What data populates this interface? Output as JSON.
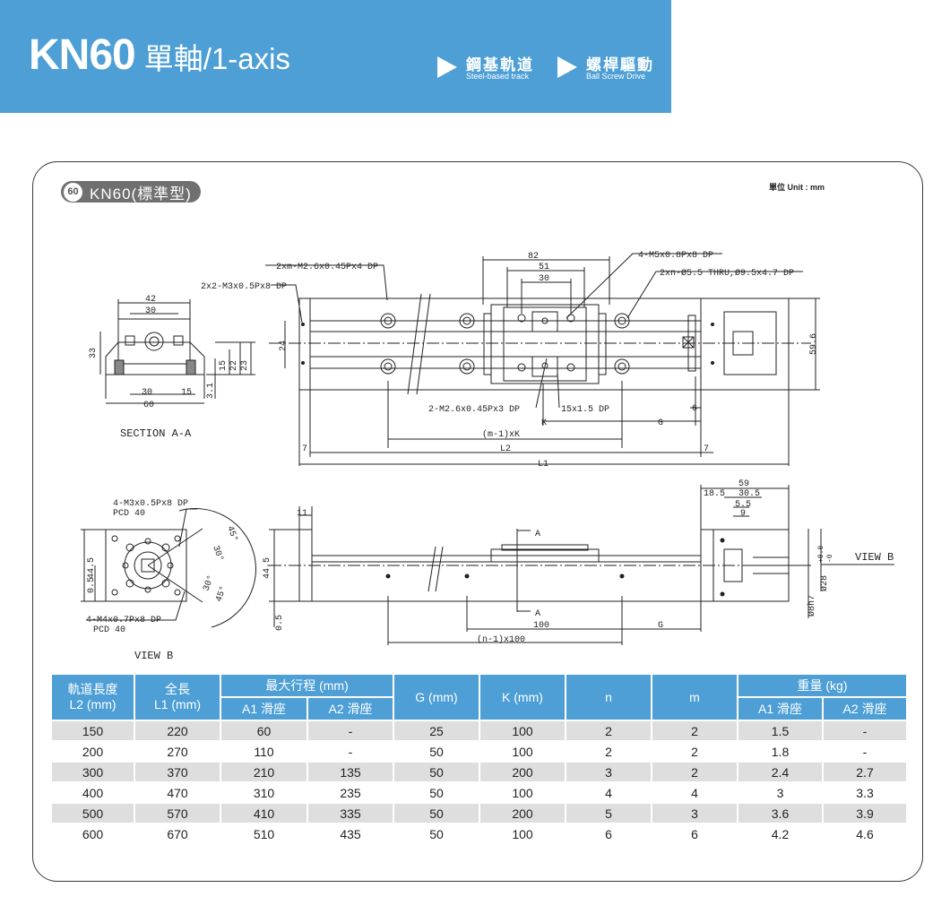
{
  "header": {
    "model": "KN60",
    "axis": "單軸/1-axis",
    "tags": [
      {
        "zh": "鋼基軌道",
        "en": "Steel-based track"
      },
      {
        "zh": "螺桿驅動",
        "en": "Ball Screw Drive"
      }
    ]
  },
  "panel": {
    "badge_num": "60",
    "badge_text": "KN60(標準型)",
    "unit": "單位 Unit : mm"
  },
  "drawing": {
    "labels": {
      "section_a": "SECTION A-A",
      "view_b_title": "VIEW B",
      "view_b_tag": "VIEW B",
      "m3_holes": "2x2-M3x0.5Px8 DP",
      "m26_top": "2xm-M2.6x0.45Px4 DP",
      "m5_holes": "4-M5x0.8Px8 DP",
      "thru_holes": "2xn-Ø5.5 THRU,Ø9.5x4.7 DP",
      "m26_bottom": "2-M2.6x0.45Px3 DP",
      "pitch_15": "15x1.5 DP",
      "k": "K",
      "g": "G",
      "mk": "(m-1)xK",
      "l2": "L2",
      "l1": "L1",
      "m3_pcd": "4-M3x0.5Px8 DP",
      "pcd40a": "PCD 40",
      "m4_pcd": "4-M4x0.7Px8 DP",
      "pcd40b": "PCD 40",
      "nx100": "(n-1)x100",
      "a_mark": "A",
      "shaft": "Ø8h7",
      "shaft_tol": "Ø28",
      "tol_up": "+0.0",
      "tol_dn": "-0"
    },
    "dims": {
      "d42": "42",
      "d30a": "30",
      "d33": "33",
      "d24": "24",
      "d15a": "15",
      "d22": "22",
      "d23": "23",
      "d30b": "30",
      "d15b": "15",
      "d60": "60",
      "d31": "3.1",
      "d82": "82",
      "d51": "51",
      "d30c": "30",
      "d596": "59.6",
      "d6": "6",
      "d7a": "7",
      "d7b": "7",
      "d59": "59",
      "d185": "18.5",
      "d305": "30.5",
      "d55": "5.5",
      "d9": "9",
      "d11": "11",
      "d445a": "44.5",
      "d05a": "0.5",
      "d445b": "44.5",
      "d05b": "0.5",
      "d100": "100",
      "a30": "30°",
      "a45a": "45°",
      "a30b": "30°",
      "a45b": "45°"
    }
  },
  "table": {
    "headers": {
      "l2": "軌道長度\nL2 (mm)",
      "l1": "全長\nL1 (mm)",
      "stroke": "最大行程 (mm)",
      "a1": "A1 滑座",
      "a2": "A2 滑座",
      "g": "G (mm)",
      "k": "K (mm)",
      "n": "n",
      "m": "m",
      "weight": "重量 (kg)",
      "wa1": "A1 滑座",
      "wa2": "A2 滑座"
    },
    "rows": [
      [
        "150",
        "220",
        "60",
        "-",
        "25",
        "100",
        "2",
        "2",
        "1.5",
        "-"
      ],
      [
        "200",
        "270",
        "110",
        "-",
        "50",
        "100",
        "2",
        "2",
        "1.8",
        "-"
      ],
      [
        "300",
        "370",
        "210",
        "135",
        "50",
        "200",
        "3",
        "2",
        "2.4",
        "2.7"
      ],
      [
        "400",
        "470",
        "310",
        "235",
        "50",
        "100",
        "4",
        "4",
        "3",
        "3.3"
      ],
      [
        "500",
        "570",
        "410",
        "335",
        "50",
        "200",
        "5",
        "3",
        "3.6",
        "3.9"
      ],
      [
        "600",
        "670",
        "510",
        "435",
        "50",
        "100",
        "6",
        "6",
        "4.2",
        "4.6"
      ]
    ]
  }
}
